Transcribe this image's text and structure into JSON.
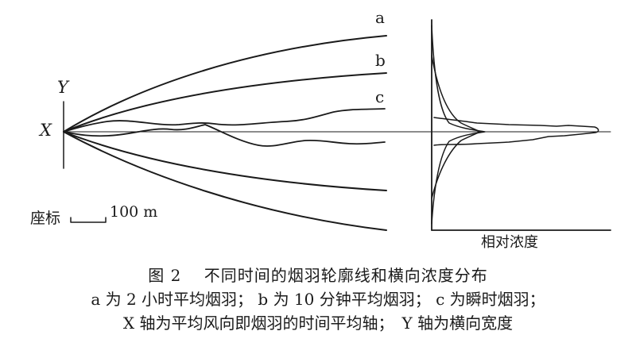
{
  "figure": {
    "labels": {
      "curve_a": "a",
      "curve_b": "b",
      "curve_c": "c",
      "x_axis": "X",
      "y_axis": "Y",
      "scale_prefix": "座标",
      "scale_value": "100 m",
      "concentration": "相对浓度"
    },
    "ink_color": "#1a1a1a"
  },
  "caption": {
    "title": "图 2　 不同时间的烟羽轮廓线和横向浓度分布",
    "line1": "a 为 2 小时平均烟羽； b 为 10 分钟平均烟羽； c 为瞬时烟羽；",
    "line2": "X 轴为平均风向即烟羽的时间平均轴；　Y 轴为横向宽度"
  }
}
